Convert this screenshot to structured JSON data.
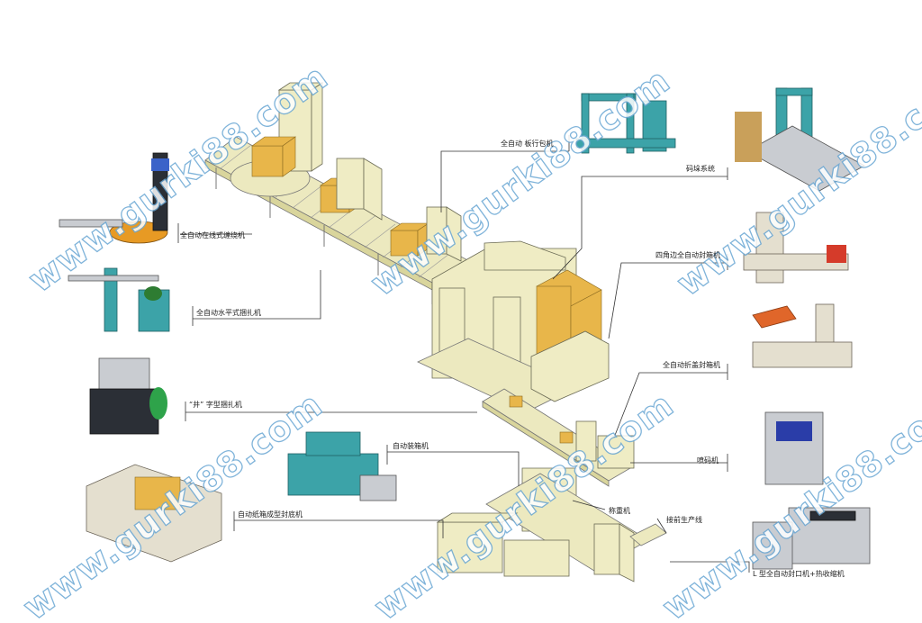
{
  "labels": {
    "pallet_strapper": "全自动  板行包机",
    "palletizing": "码垛系统",
    "wrapper": "全自动在线式缠绕机",
    "four_corner_sealer": "四角边全自动封箱机",
    "horizontal_strapper": "全自动水平式捆扎机",
    "flap_sealer": "全自动折盖封箱机",
    "cross_strapper": "“井” 字型捆扎机",
    "case_packer": "自动装箱机",
    "inkjet": "喷码机",
    "carton_erector": "自动纸箱成型封底机",
    "weighing": "称重机",
    "front_line": "接前生产线",
    "l_sealer": "L 型全自动封口机+热收缩机"
  },
  "watermark": "www.gurki88.com",
  "colors": {
    "watermark_stroke": "#6aa7d4",
    "line_frame": "#efecc4",
    "carton": "#e8b64a",
    "machine_teal": "#3ca3a8"
  }
}
